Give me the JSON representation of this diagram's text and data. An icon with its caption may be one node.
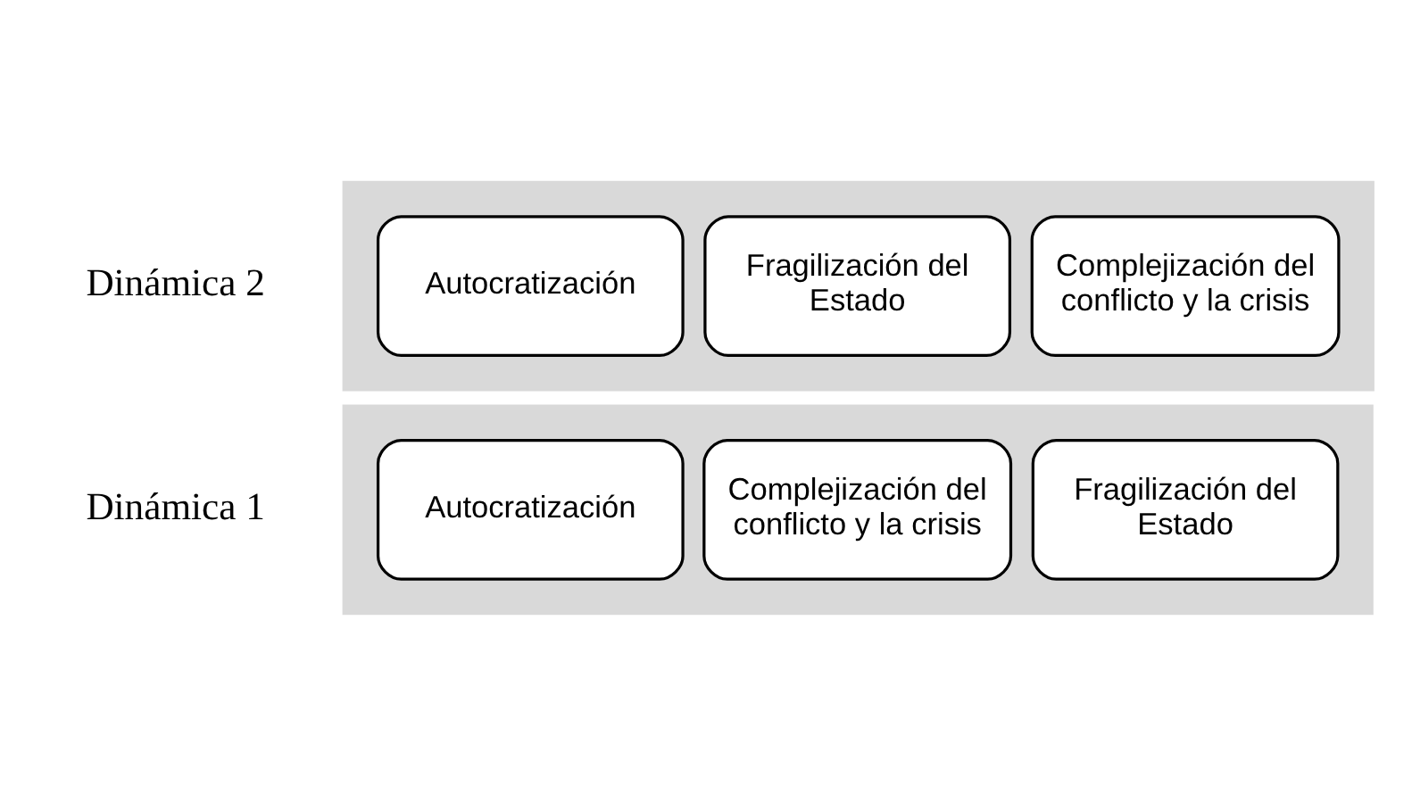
{
  "diagram": {
    "nodes": [
      {
        "text": [],
        "shape": "arrow"
      },
      {
        "text": [
          "Autocratización"
        ],
        "in": 0
      },
      {
        "text": [
          "Complejización del conflicto y la crisis"
        ],
        "in": 0
      },
      {
        "text": [
          "Fragilización del Estado"
        ],
        "in": 0
      },
      {
        "text": [],
        "shape": "arrow"
      },
      {
        "text": [
          "Autocratización"
        ],
        "in": 4
      },
      {
        "text": [
          "Fragilización del Estado"
        ],
        "in": 4
      },
      {
        "text": [
          "Complejización del conflicto y la crisis"
        ],
        "in": 4
      }
    ],
    "edges": [],
    "labels": [
      "Dinámica 1",
      "Dinámica 2"
    ]
  }
}
